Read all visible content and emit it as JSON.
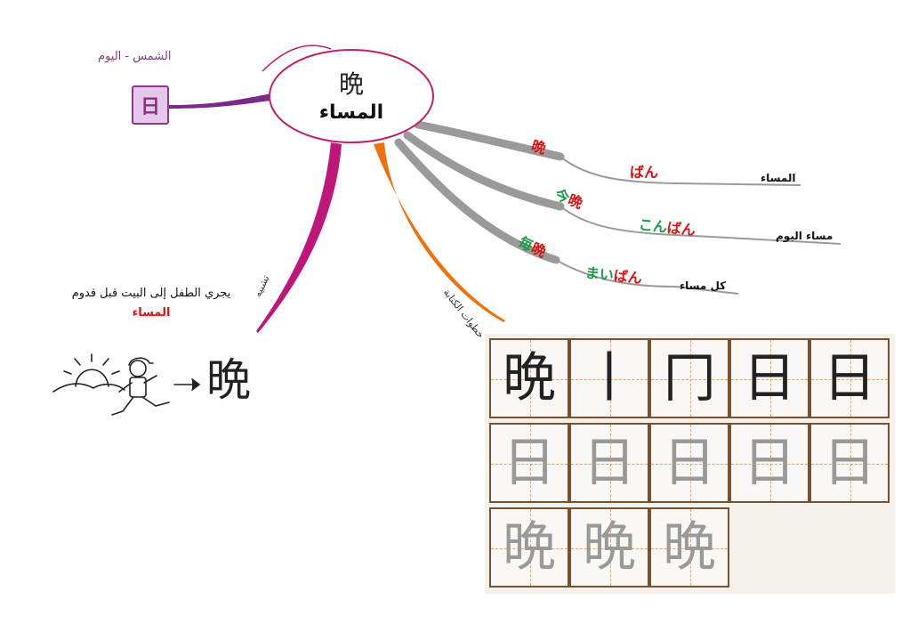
{
  "center": {
    "kanji": "晩",
    "meaning": "المساء"
  },
  "sun": {
    "label": "الشمس - اليوم",
    "kanji": "日"
  },
  "branches": [
    {
      "kanji": "晩",
      "reading": "ばん",
      "meaning": "المساء"
    },
    {
      "kanji_a": "今",
      "kanji_b": "晩",
      "reading_a": "こん",
      "reading_b": "ばん",
      "meaning": "مساء اليوم"
    },
    {
      "kanji_a": "毎",
      "kanji_b": "晩",
      "reading_a": "まい",
      "reading_b": "ばん",
      "meaning": "كل مساء"
    }
  ],
  "strokes_label": "خطوات الكتابة",
  "mnemonic": {
    "tag": "تشبيه",
    "text": "يجري الطفل إلى البيت قبل قدوم",
    "highlight": "المساء",
    "arrow": "→",
    "kanji": "晩"
  },
  "stroke_steps": [
    {
      "glyph": "晩",
      "tone": "full"
    },
    {
      "glyph": "丨",
      "tone": "step"
    },
    {
      "glyph": "冂",
      "tone": "step"
    },
    {
      "glyph": "日",
      "tone": "step"
    },
    {
      "glyph": "日",
      "tone": "step"
    },
    {
      "glyph": "日",
      "tone": "step"
    },
    {
      "glyph": "日",
      "tone": "step"
    },
    {
      "glyph": "日",
      "tone": "step"
    },
    {
      "glyph": "日",
      "tone": "step"
    },
    {
      "glyph": "日",
      "tone": "step"
    },
    {
      "glyph": "晩",
      "tone": "step"
    },
    {
      "glyph": "晩",
      "tone": "step"
    },
    {
      "glyph": "晩",
      "tone": "step"
    }
  ],
  "colors": {
    "sun_branch": "#7a2a8a",
    "mnemonic_branch": "#c0157a",
    "strokes_branch": "#f07010",
    "vocab_branch": "#9a9a9a",
    "center_border": "#c0206a",
    "red": "#e01010",
    "green": "#1a9a4a"
  }
}
